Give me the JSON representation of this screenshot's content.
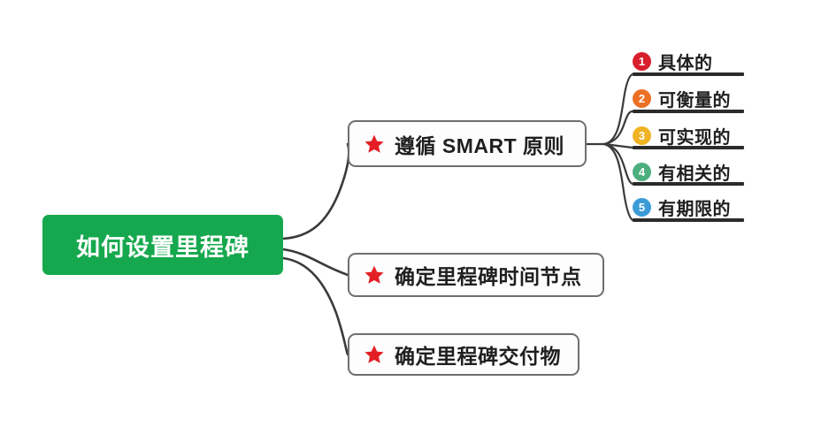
{
  "diagram": {
    "type": "mind-map",
    "title": "如何设置里程碑",
    "background_color": "#ffffff",
    "root": {
      "label": "如何设置里程碑",
      "fill_color": "#16a84e",
      "text_color": "#ffffff"
    },
    "branches": [
      {
        "icon": "star-icon",
        "icon_color": "#e31e24",
        "label": "遵循 SMART 原则",
        "children": [
          {
            "number": "1",
            "label": "具体的",
            "color": "#d81e2c"
          },
          {
            "number": "2",
            "label": "可衡量的",
            "color": "#ec7024"
          },
          {
            "number": "3",
            "label": "可实现的",
            "color": "#f0b323"
          },
          {
            "number": "4",
            "label": "有相关的",
            "color": "#4caf7d"
          },
          {
            "number": "5",
            "label": "有期限的",
            "color": "#3b9bd7"
          }
        ]
      },
      {
        "icon": "star-icon",
        "icon_color": "#e31e24",
        "label": "确定里程碑时间节点",
        "children": []
      },
      {
        "icon": "star-icon",
        "icon_color": "#e31e24",
        "label": "确定里程碑交付物",
        "children": []
      }
    ],
    "connector_color": "#3a3a3a"
  }
}
